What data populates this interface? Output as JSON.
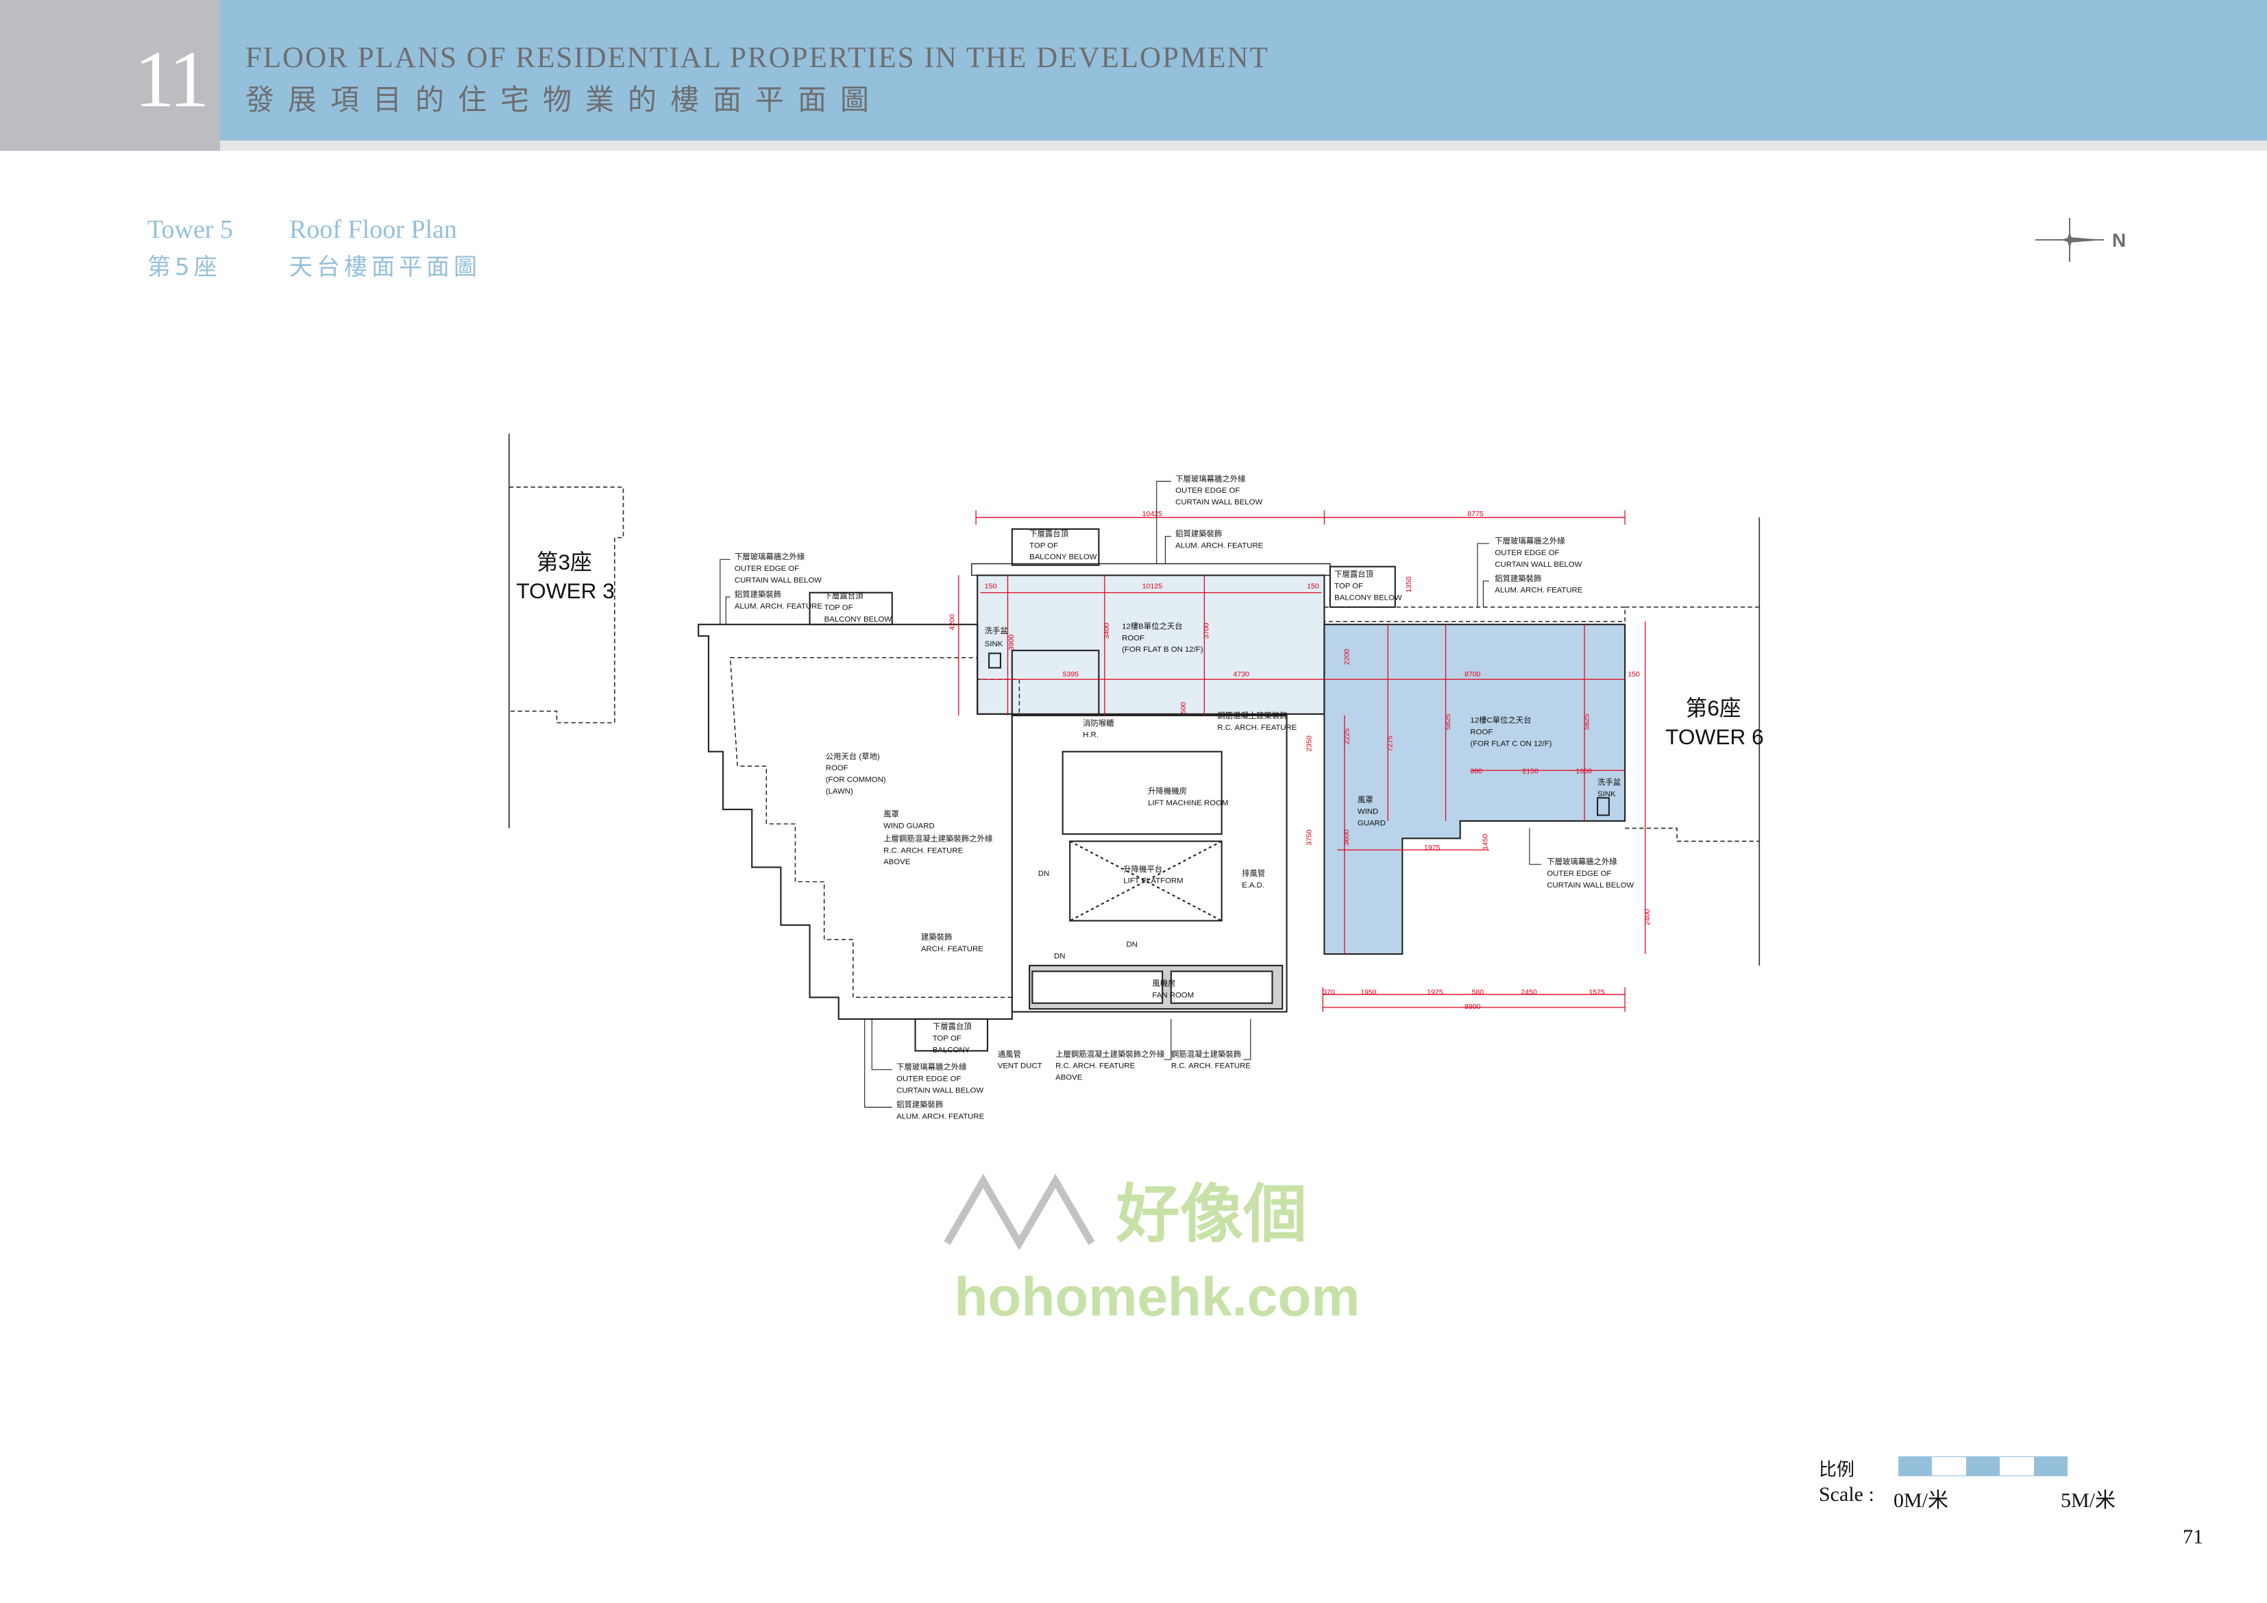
{
  "header": {
    "section_number": "11",
    "title_en": "FLOOR PLANS OF RESIDENTIAL PROPERTIES IN THE DEVELOPMENT",
    "title_zh": "發展項目的住宅物業的樓面平面圖"
  },
  "subtitle": {
    "tower_en": "Tower 5",
    "tower_zh": "第5座",
    "plan_en": "Roof Floor Plan",
    "plan_zh": "天台樓面平面圖"
  },
  "north_label": "N",
  "plan": {
    "tower3": {
      "zh": "第3座",
      "en": "TOWER 3"
    },
    "tower6": {
      "zh": "第6座",
      "en": "TOWER 6"
    },
    "labels": {
      "outer_edge_zh": "下層玻璃幕牆之外緣",
      "outer_edge_en1": "OUTER EDGE OF",
      "outer_edge_en2": "CURTAIN WALL BELOW",
      "alum_zh": "鋁質建築裝飾",
      "alum_en": "ALUM. ARCH. FEATURE",
      "balcony_zh": "下層露台頂",
      "balcony_en1": "TOP OF",
      "balcony_en2": "BALCONY BELOW",
      "balcony_en2_short": "BALCONY",
      "roof_b_zh": "12樓B單位之天台",
      "roof_en": "ROOF",
      "roof_b_en": "(FOR FLAT B ON 12/F)",
      "roof_c_zh": "12樓C單位之天台",
      "roof_c_en": "(FOR FLAT C ON 12/F)",
      "sink_zh": "洗手盆",
      "sink_en": "SINK",
      "hr_zh": "消防喉轆",
      "hr_en": "H.R.",
      "rc_zh": "鋼筋混凝土建築裝飾",
      "rc_en": "R.C. ARCH. FEATURE",
      "rc_above_zh": "上層鋼筋混凝土建築裝飾之外緣",
      "above_en": "ABOVE",
      "common_zh": "公用天台 (草地)",
      "common_en1": "(FOR COMMON)",
      "common_en2": "(LAWN)",
      "lmr_zh": "升降機機房",
      "lmr_en": "LIFT MACHINE ROOM",
      "wind_zh": "風罩",
      "wind_en": "WIND GUARD",
      "wind_en1": "WIND",
      "wind_en2": "GUARD",
      "lift_zh": "升降機平台",
      "lift_en": "LIFT PLATFORM",
      "ead_zh": "排風管",
      "ead_en": "E.A.D.",
      "arch_zh": "建築裝飾",
      "arch_en": "ARCH. FEATURE",
      "fan_zh": "風機房",
      "fan_en": "FAN ROOM",
      "vent_zh": "通風管",
      "vent_en": "VENT DUCT",
      "dn": "DN"
    },
    "dims": {
      "top_left": "10425",
      "top_right": "8775",
      "inner_b": "10125",
      "d150": "150",
      "b_w1": "5395",
      "b_w2": "4730",
      "c_w": "8700",
      "v4200": "4200",
      "v3900": "3900",
      "v3400": "3400",
      "v3700": "3700",
      "v1350": "1350",
      "v2200": "2200",
      "v5825": "5825",
      "v7275": "7275",
      "v2225": "2225",
      "v2350": "2350",
      "v3750": "3750",
      "v3600": "3600",
      "v1450": "1450",
      "v2400": "2400",
      "v500": "500",
      "c_880": "880",
      "c_2150": "2150",
      "c_1650": "1650",
      "c_1975": "1975",
      "b370": "370",
      "b1950": "1950",
      "b1975": "1975",
      "b580": "580",
      "b2450": "2450",
      "b1575": "1575",
      "b8900": "8900"
    },
    "watermark": {
      "zh": "好像個",
      "en": "hohomehk.com"
    }
  },
  "scale": {
    "label_zh": "比例",
    "label_en": "Scale :",
    "start": "0M/米",
    "end": "5M/米",
    "color": "#95c0dc"
  },
  "page_number": "71",
  "colors": {
    "roof_b": "#e2edf4",
    "roof_c": "#b9d4ea",
    "dimension": "#e3001b",
    "accent": "#95c0dc"
  }
}
